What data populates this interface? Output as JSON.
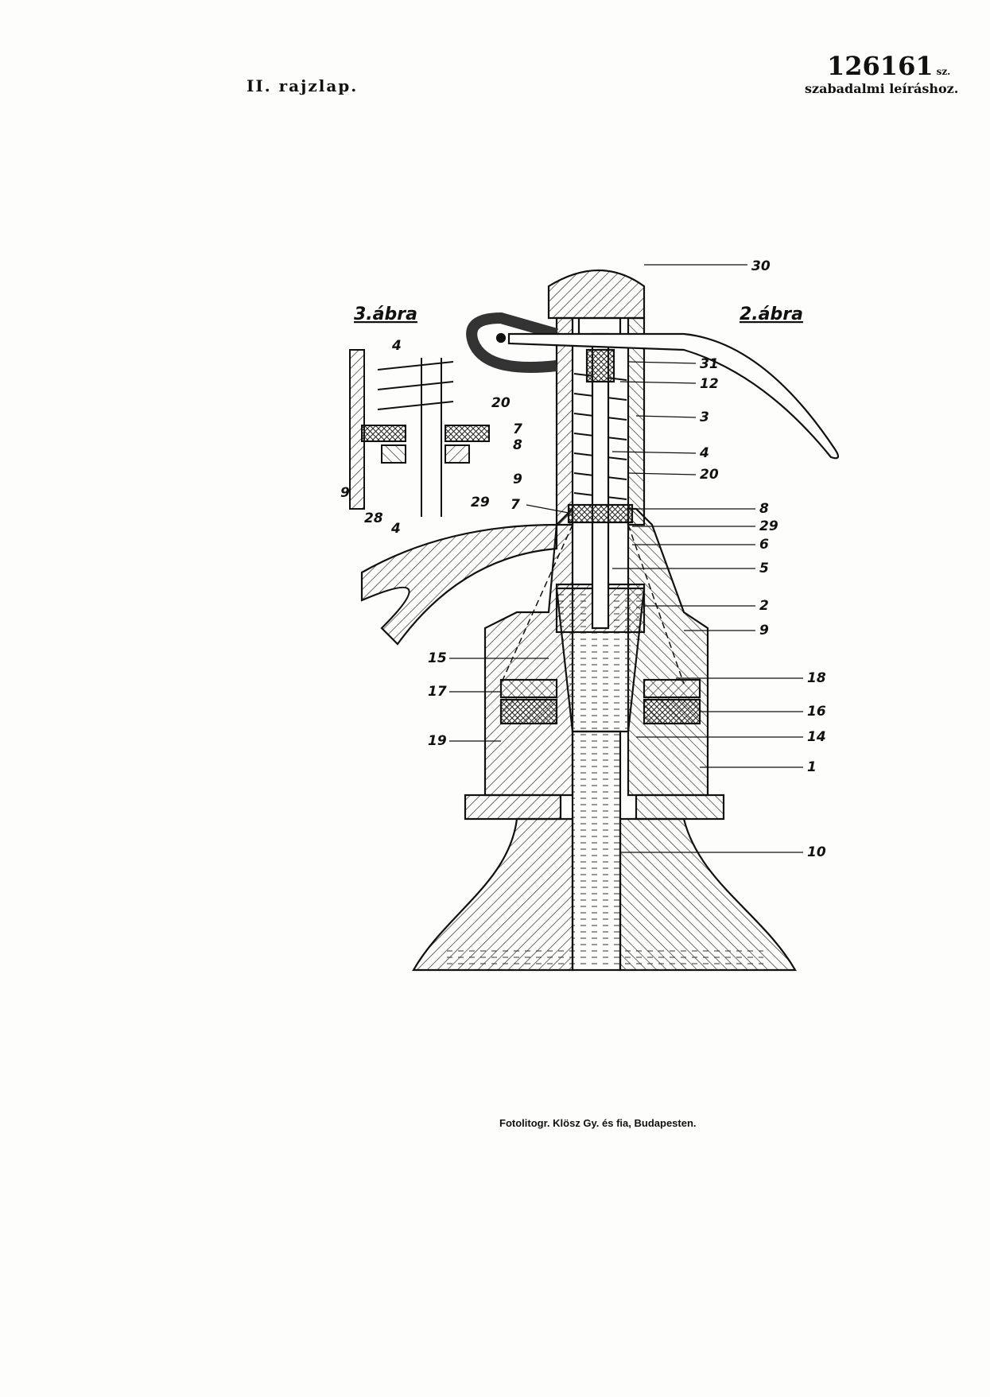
{
  "header": {
    "sheet_label": "II. rajzlap.",
    "patent_number": "126161",
    "patent_suffix": "sz.",
    "description": "szabadalmi leíráshoz."
  },
  "figures": {
    "fig2_title": "2.ábra",
    "fig3_title": "3.ábra",
    "fig2_labels": [
      "30",
      "31",
      "12",
      "3",
      "4",
      "20",
      "8",
      "29",
      "6",
      "5",
      "2",
      "9",
      "18",
      "16",
      "14",
      "1",
      "10",
      "15",
      "17",
      "19",
      "7"
    ],
    "fig3_labels": [
      "4",
      "20",
      "7",
      "8",
      "9",
      "9",
      "28",
      "4",
      "29"
    ]
  },
  "footer": {
    "credit": "Fotolitogr. Klösz Gy. és fia, Budapesten."
  }
}
